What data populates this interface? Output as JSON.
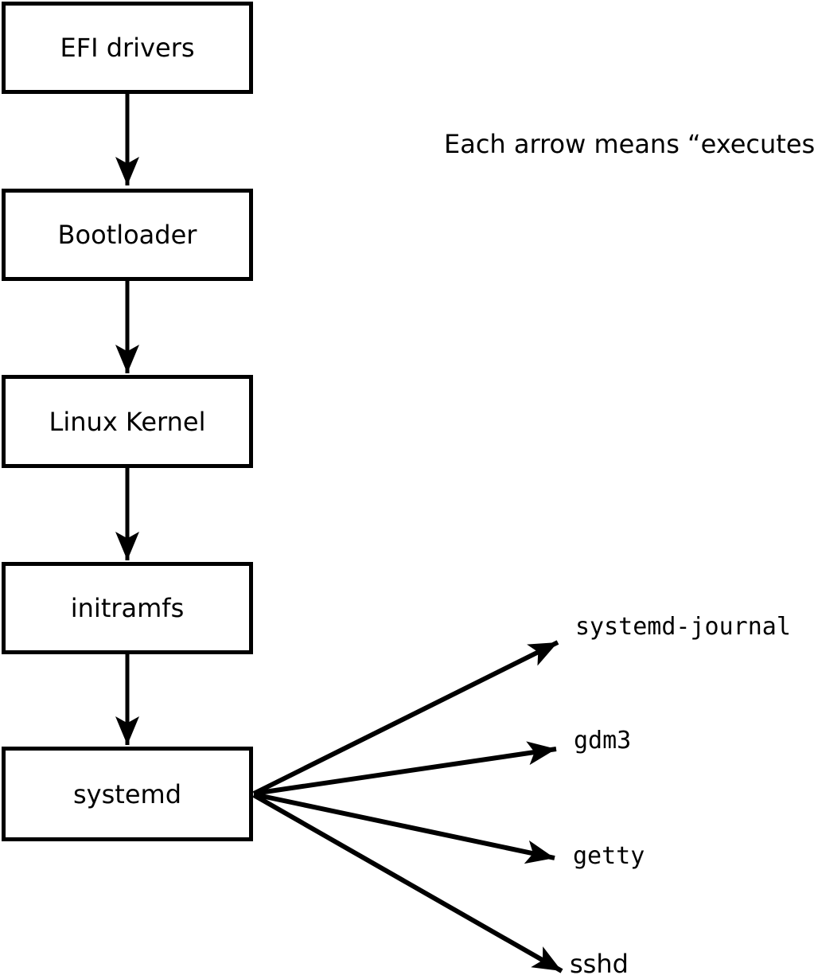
{
  "note": "Each arrow means “executes”.",
  "boot_chain": [
    {
      "label": "EFI drivers"
    },
    {
      "label": "Bootloader"
    },
    {
      "label": "Linux Kernel"
    },
    {
      "label": "initramfs"
    },
    {
      "label": "systemd"
    }
  ],
  "spawned_processes": [
    {
      "label": "systemd-journal"
    },
    {
      "label": "gdm3"
    },
    {
      "label": "getty"
    },
    {
      "label": "sshd"
    }
  ],
  "colors": {
    "ink": "#000000",
    "background": "#ffffff"
  }
}
